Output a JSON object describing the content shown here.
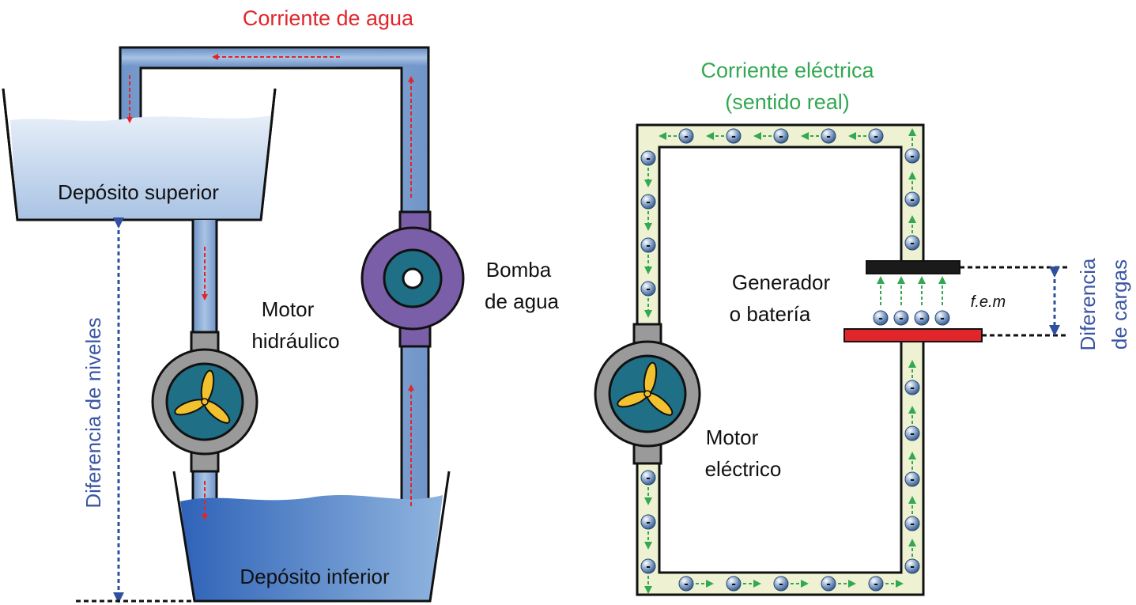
{
  "labels": {
    "water_current": "Corriente de agua",
    "upper_tank": "Depósito superior",
    "lower_tank": "Depósito inferior",
    "hydraulic_motor_line1": "Motor",
    "hydraulic_motor_line2": "hidráulico",
    "pump_line1": "Bomba",
    "pump_line2": "de agua",
    "level_difference": "Diferencia de niveles",
    "electric_current_line1": "Corriente eléctrica",
    "electric_current_line2": "(sentido real)",
    "generator_line1": "Generador",
    "generator_line2": "o batería",
    "emf": "f.e.m",
    "charge_diff_line1": "Diferencia",
    "charge_diff_line2": "de cargas",
    "electric_motor_line1": "Motor",
    "electric_motor_line2": "eléctrico"
  },
  "electron_sign": "-",
  "colors": {
    "water_arrow": "#e0262b",
    "electric_label": "#33a852",
    "blue_label": "#3a56a3",
    "pipe": "#8fb0d8",
    "wire": "#eef2d2",
    "pump_body": "#7b5ea8",
    "motor_body": "#9a9a9a",
    "rotor": "#1f6f86",
    "blade": "#f2c12e",
    "plate_negative": "#1a1a1a",
    "plate_positive": "#e0262b"
  }
}
